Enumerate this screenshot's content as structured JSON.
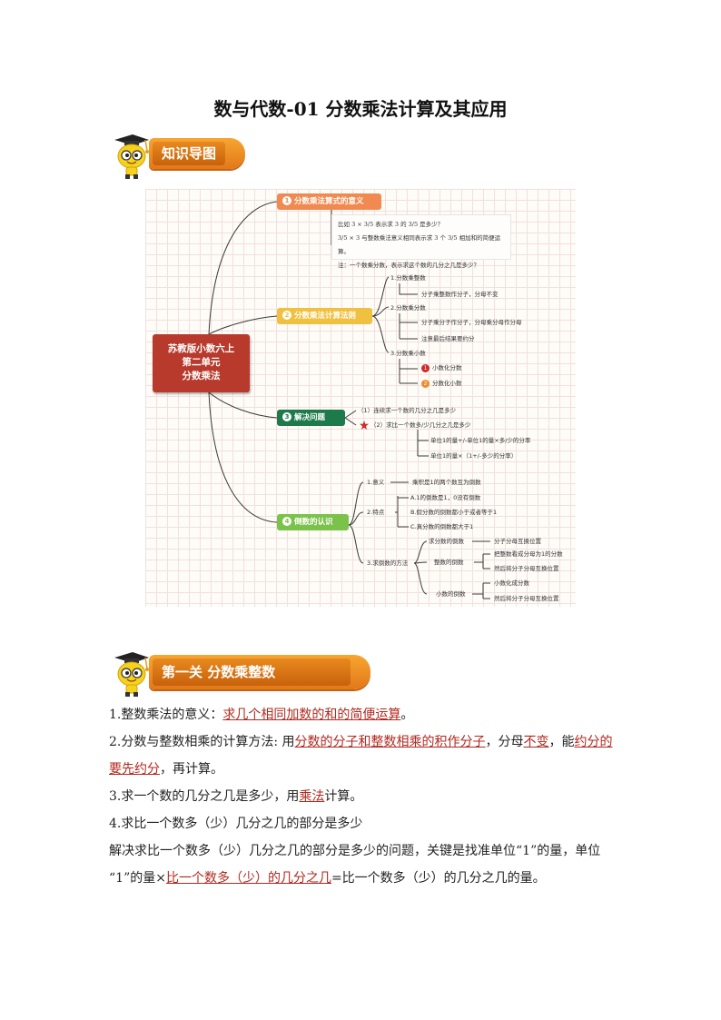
{
  "title": "数与代数-01 分数乘法计算及其应用",
  "section1": {
    "label": "知识导图"
  },
  "mindmap": {
    "center": [
      "苏教版小数六上",
      "第二单元",
      "分数乘法"
    ],
    "branches": [
      {
        "num": "1",
        "label": "分数乘法算式的意义",
        "color": "#f08a50"
      },
      {
        "num": "2",
        "label": "分数乘法计算法则",
        "color": "#f0c040"
      },
      {
        "num": "3",
        "label": "解决问题",
        "color": "#1e7a4a"
      },
      {
        "num": "4",
        "label": "倒数的认识",
        "color": "#7bc24a"
      }
    ],
    "meaning_note": [
      "比如 3 × 3/5 表示求 3 的 3/5 是多少？",
      "3/5 × 3 与整数乘法意义相同表示求 3 个 3/5 相加和的简便运算。",
      "注：一个数乘分数，表示求这个数的几分之几是多少？"
    ],
    "rules": {
      "item1": "1.分数乘整数",
      "item1_sub": "分子乘整数作分子，分母不变",
      "item2": "2.分数乘分数",
      "item2_sub1": "分子乘分子作分子，分母乘分母作分母",
      "item2_sub2": "注意最后结果要约分",
      "item3": "3.分数乘小数",
      "item3_sub1_num": "1",
      "item3_sub1": "小数化分数",
      "item3_sub2_num": "2",
      "item3_sub2": "分数化小数"
    },
    "problems": {
      "item1": "（1）连续求一个数的几分之几是多少",
      "item2": "（2）求比一个数多/少几分之几是多少",
      "sub1": "单位1的量+/-单位1的量×多/少的分率",
      "sub2": "单位1的量×（1+/-多少的分率）"
    },
    "reciprocal": {
      "item1": "1.意义",
      "item1_sub": "乘积是1的两个数互为倒数",
      "item2": "2.特点",
      "item2_a": "A.1的倒数是1，0没有倒数",
      "item2_b": "B.假分数的倒数都小于或者等于1",
      "item2_c": "C.真分数的倒数都大于1",
      "item3": "3.求倒数的方法",
      "m1": "求分数的倒数",
      "m1_sub": "分子分母互换位置",
      "m2": "整数的倒数",
      "m2_sub1": "把整数看成分母为1的分数",
      "m2_sub2": "然后将分子分母互换位置",
      "m3": "小数的倒数",
      "m3_sub1": "小数化成分数",
      "m3_sub2": "然后将分子分母互换位置"
    }
  },
  "section2": {
    "label": "第一关  分数乘整数"
  },
  "content": {
    "p1_a": "1.整数乘法的意义：",
    "p1_u": "求几个相同加数的和的简便运算",
    "p1_b": "。",
    "p2_a": "2.分数与整数相乘的计算方法: 用",
    "p2_u1": "分数的分子和整数相乘的积作分子",
    "p2_b": "，分母",
    "p2_u2": "不变",
    "p2_c": "，能",
    "p2_u3": "约分的",
    "p2_u4": "要先约分",
    "p2_d": "，再计算。",
    "p3_a": "3.求一个数的几分之几是多少，用",
    "p3_u": "乘法",
    "p3_b": "计算。",
    "p4": "4.求比一个数多（少）几分之几的部分是多少",
    "p5": "解决求比一个数多（少）几分之几的部分是多少的问题，关键是找准单位“1”的量，单位",
    "p6_a": "“1”的量×",
    "p6_u": "比一个数多（少）的几分之几",
    "p6_b": "=比一个数多（少）的几分之几的量。"
  }
}
